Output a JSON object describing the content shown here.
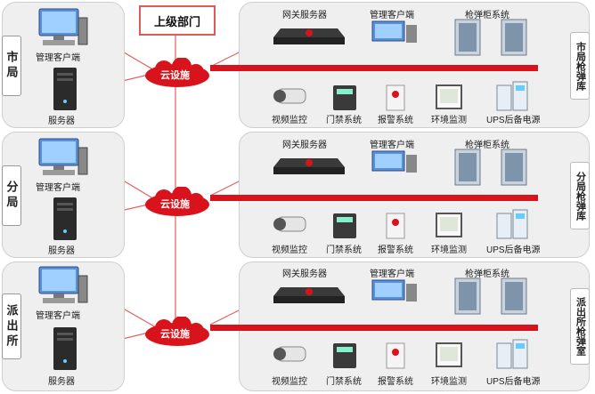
{
  "top_department": "上级部门",
  "tiers": [
    {
      "side_label": "市局",
      "cloud": "云设施",
      "right_label": "市局枪弹库",
      "left": {
        "client": "管理客户端",
        "server": "服务器"
      },
      "top_row": [
        "网关服务器",
        "管理客户端",
        "枪弹柜系统"
      ],
      "bottom_row": [
        "视频监控",
        "门禁系统",
        "报警系统",
        "环境监测",
        "UPS后备电源"
      ]
    },
    {
      "side_label": "分局",
      "cloud": "云设施",
      "right_label": "分局枪弹库",
      "left": {
        "client": "管理客户端",
        "server": "服务器"
      },
      "top_row": [
        "网关服务器",
        "管理客户端",
        "枪弹柜系统"
      ],
      "bottom_row": [
        "视频监控",
        "门禁系统",
        "报警系统",
        "环境监测",
        "UPS后备电源"
      ]
    },
    {
      "side_label": "派出所",
      "cloud": "云设施",
      "right_label": "派出所枪弹室",
      "left": {
        "client": "管理客户端",
        "server": "服务器"
      },
      "top_row": [
        "网关服务器",
        "管理客户端",
        "枪弹柜系统"
      ],
      "bottom_row": [
        "视频监控",
        "门禁系统",
        "报警系统",
        "环境监测",
        "UPS后备电源"
      ]
    }
  ],
  "colors": {
    "bus": "#d9131c",
    "cloud": "#d9131c",
    "panel": "#efefef",
    "link": "#e06060"
  },
  "icons": [
    "monitor-icon",
    "tower-server-icon",
    "rack-server-icon",
    "cabinet-icon",
    "camera-icon",
    "access-control-icon",
    "alarm-icon",
    "environment-monitor-icon",
    "ups-icon",
    "cloud-icon"
  ]
}
